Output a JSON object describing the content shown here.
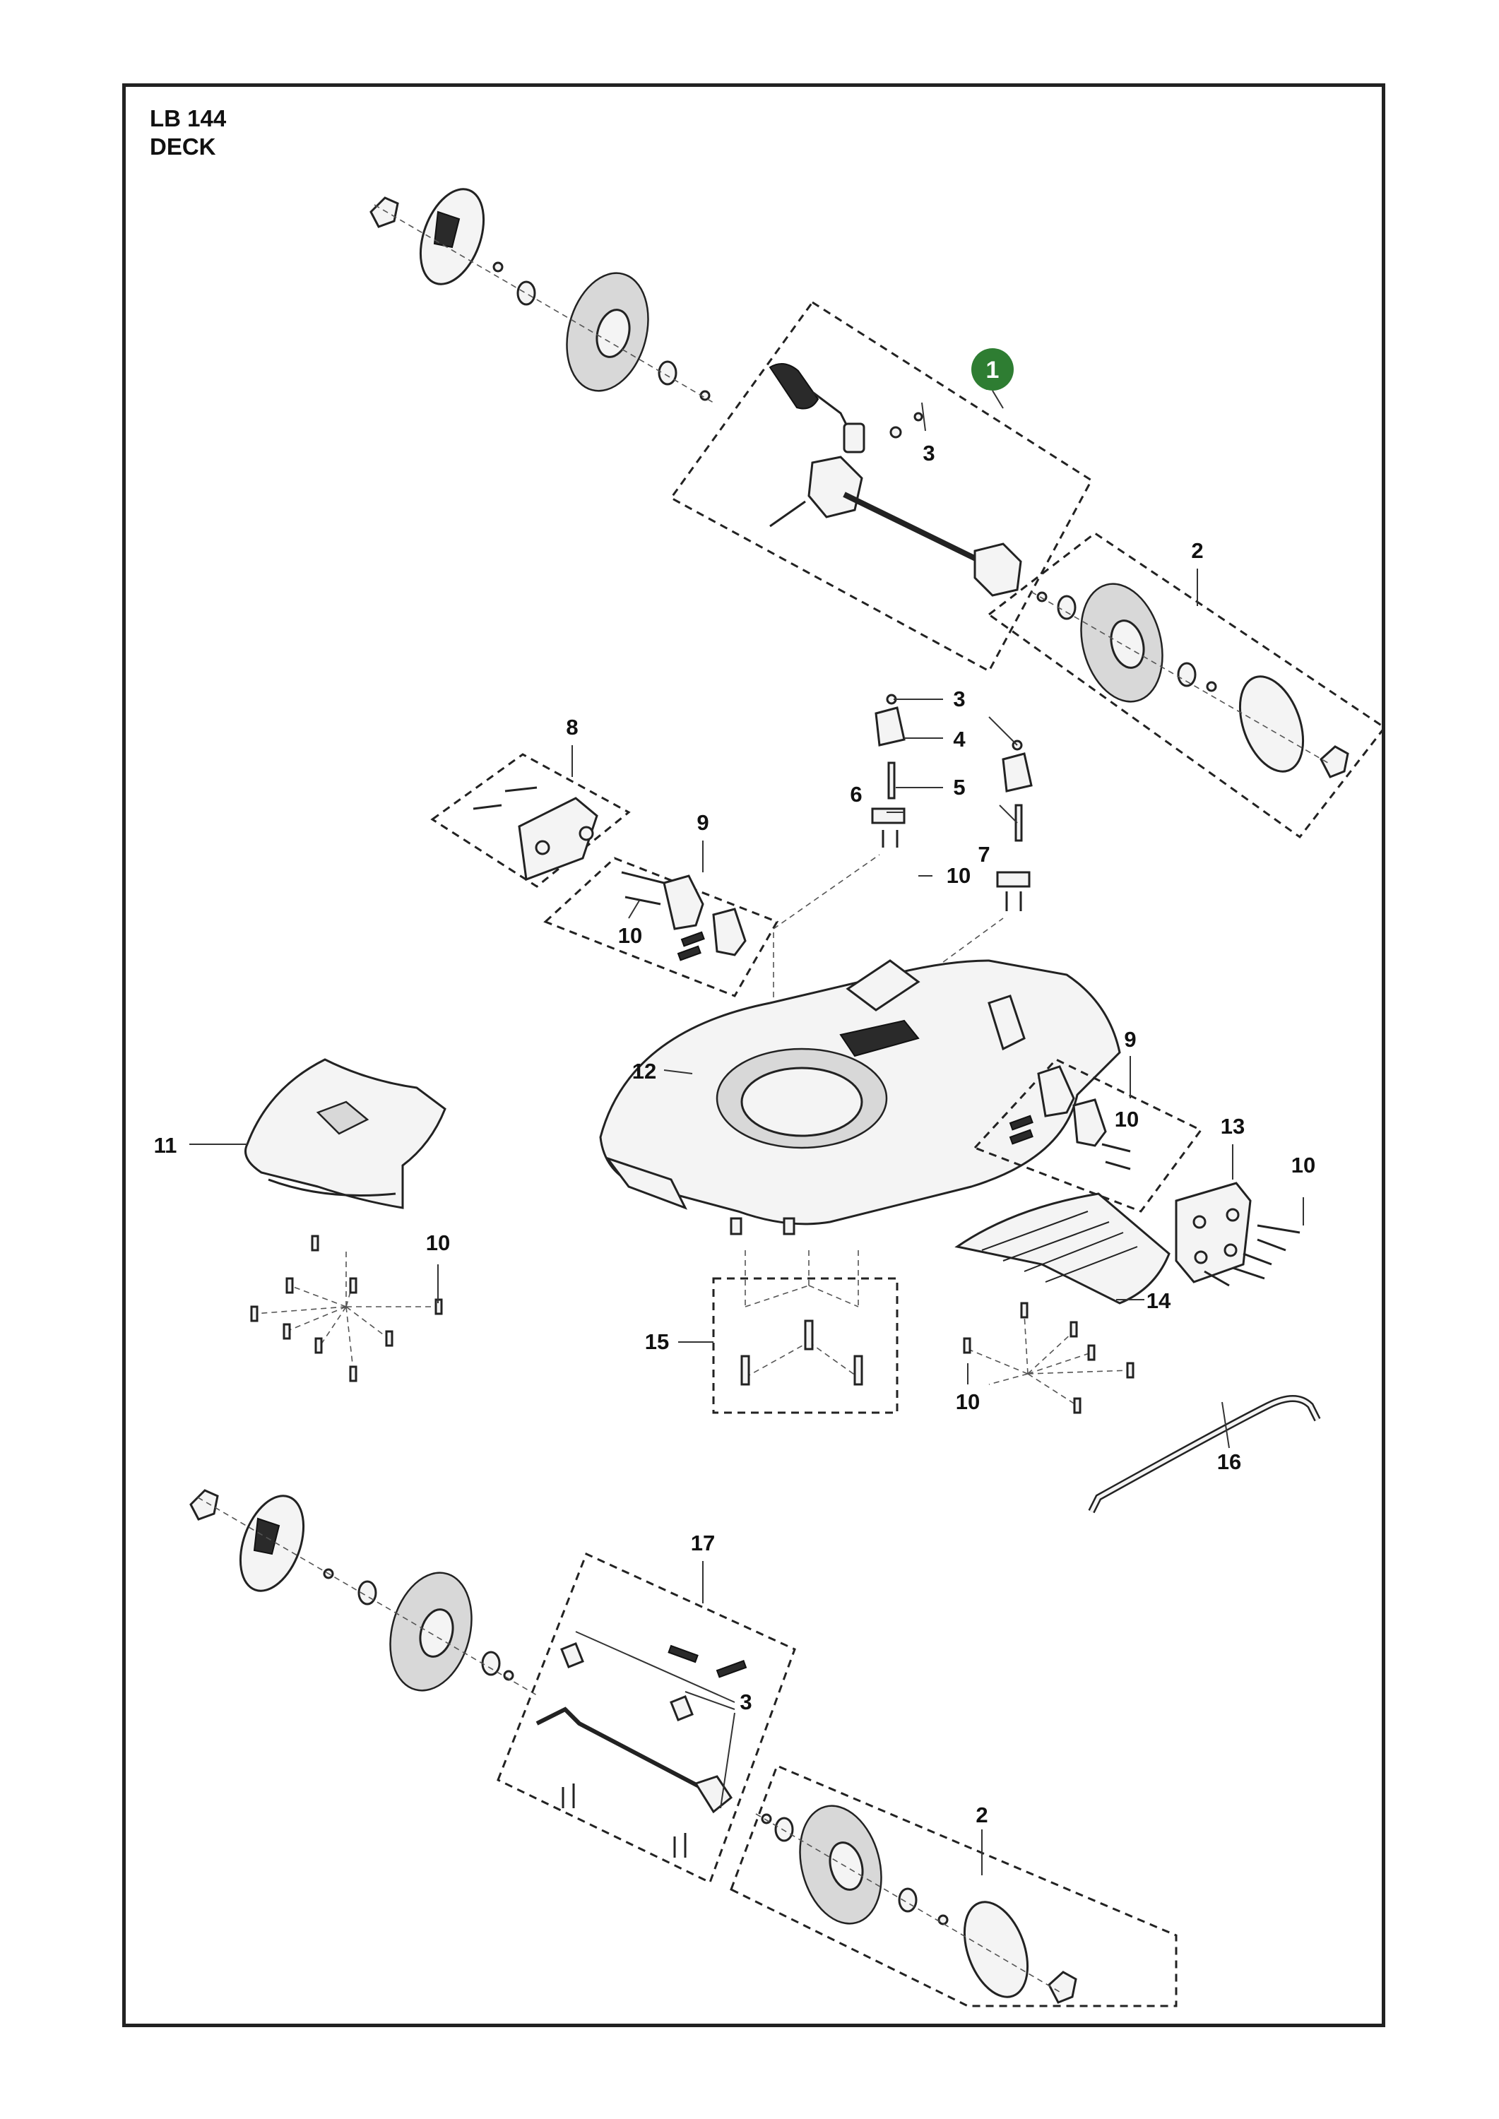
{
  "header": {
    "model": "LB 144",
    "section": "DECK"
  },
  "highlight": {
    "label": "1",
    "color": "#2e7d32"
  },
  "callouts": [
    "2",
    "2",
    "3",
    "3",
    "3",
    "4",
    "5",
    "6",
    "7",
    "8",
    "9",
    "9",
    "10",
    "10",
    "10",
    "10",
    "10",
    "10",
    "11",
    "12",
    "13",
    "14",
    "15",
    "16",
    "17"
  ]
}
